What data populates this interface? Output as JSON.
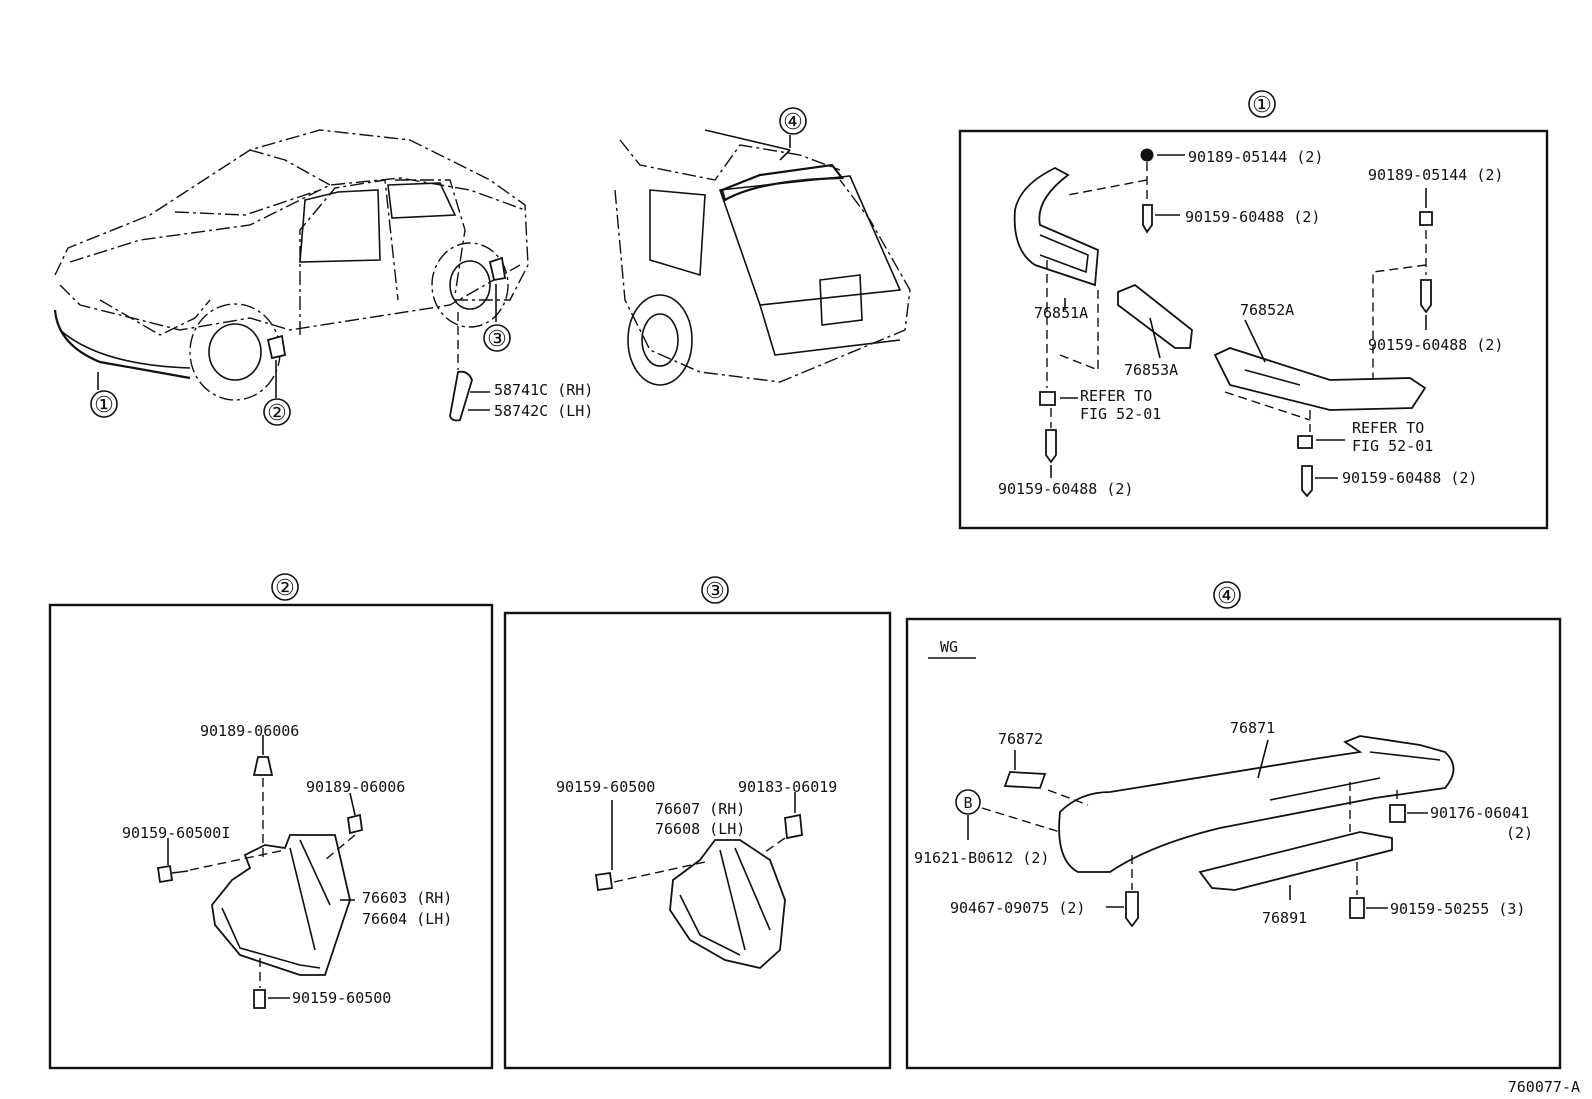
{
  "callouts": {
    "c1": "①",
    "c2": "②",
    "c3": "③",
    "c4": "④",
    "b": "B"
  },
  "overview": {
    "p58741c": "58741C (RH)",
    "p58742c": "58742C (LH)"
  },
  "panel1": {
    "title": "①",
    "p90189_a": "90189-05144 (2)",
    "p90159_a": "90159-60488 (2)",
    "p90189_b": "90189-05144 (2)",
    "p90159_b": "90159-60488 (2)",
    "p76851a": "76851A",
    "p76853a": "76853A",
    "p76852a": "76852A",
    "refer1_l1": "REFER TO",
    "refer1_l2": "FIG 52-01",
    "refer2_l1": "REFER TO",
    "refer2_l2": "FIG 52-01",
    "p90159_c": "90159-60488 (2)",
    "p90159_d": "90159-60488 (2)"
  },
  "panel2": {
    "title": "②",
    "p90189_06006_a": "90189-06006",
    "p90189_06006_b": "90189-06006",
    "p90159_60500_a": "90159-60500I",
    "p76603": "76603 (RH)",
    "p76604": "76604 (LH)",
    "p90159_60500_b": "90159-60500"
  },
  "panel3": {
    "title": "③",
    "p90159_60500": "90159-60500",
    "p90183_06019": "90183-06019",
    "p76607": "76607 (RH)",
    "p76608": "76608 (LH)"
  },
  "panel4": {
    "title": "④",
    "wg": "WG",
    "p76872": "76872",
    "p76871": "76871",
    "p91621": "91621-B0612 (2)",
    "p90176": "90176-06041",
    "p90176_qty": "(2)",
    "p90467": "90467-09075 (2)",
    "p76891": "76891",
    "p90159_50255": "90159-50255 (3)"
  },
  "figure_id": "760077-A"
}
